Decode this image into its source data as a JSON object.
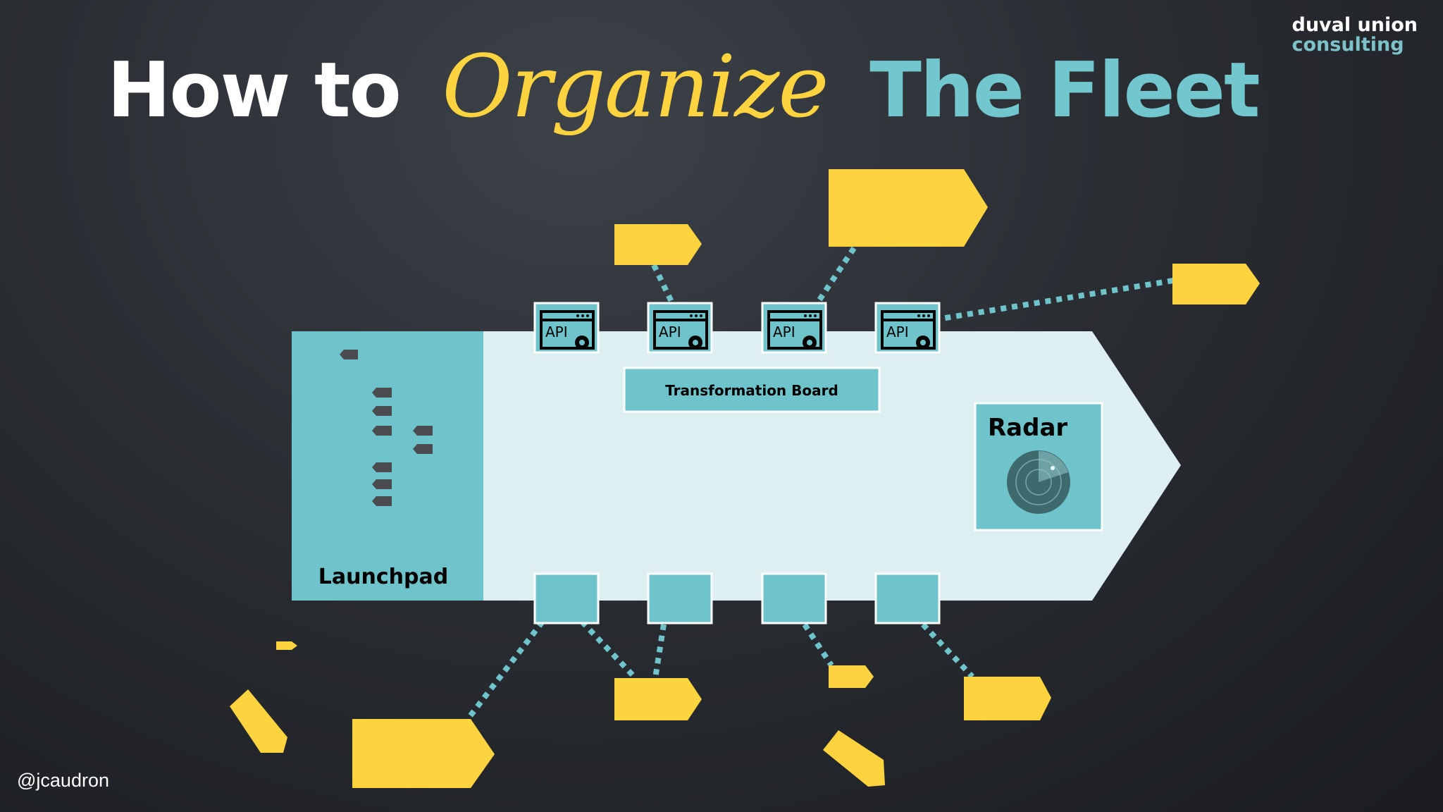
{
  "slide": {
    "title": {
      "part1": "How to",
      "part2": "Organize",
      "part3": "The Fleet"
    },
    "logo": {
      "line1": "duval union",
      "line2": "consulting"
    },
    "handle": "@jcaudron"
  },
  "diagram": {
    "ship": {
      "launchpad_label": "Launchpad",
      "board_label": "Transformation Board",
      "radar_label": "Radar"
    },
    "api_modules": [
      {
        "label": "API"
      },
      {
        "label": "API"
      },
      {
        "label": "API"
      },
      {
        "label": "API"
      }
    ]
  },
  "colors": {
    "teal": "#6fc3ca",
    "hull": "#ddeff1",
    "yellow": "#fdd43f",
    "dark_icon": "#4a4c4f"
  }
}
